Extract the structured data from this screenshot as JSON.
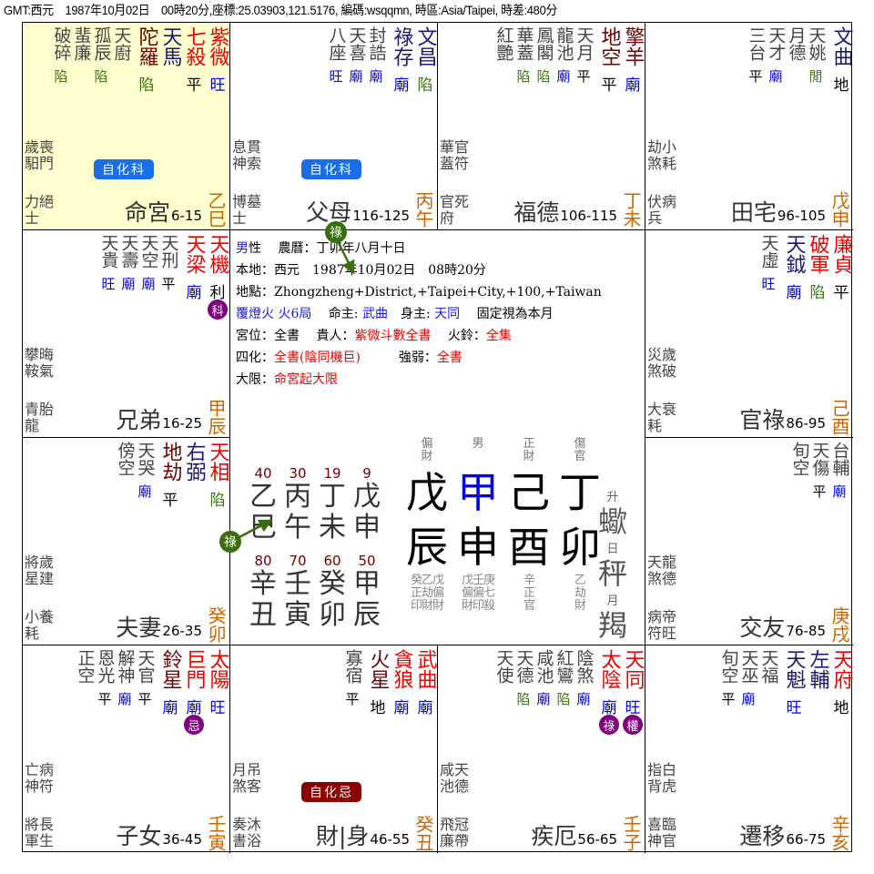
{
  "header": {
    "text": "GMT:西元　1987年10月02日　00時20分,座標:25.03903,121.5176, 編碼:wsqqmn, 時區:Asia/Taipei, 時差:480分"
  },
  "palaces": [
    {
      "id": "si",
      "name": "命宮",
      "range": "6-15",
      "gan": "乙",
      "zhi": "巳",
      "highlight": true,
      "major": [
        {
          "n": "紫微",
          "c": "red",
          "b": "旺",
          "bc": "wang"
        },
        {
          "n": "七殺",
          "c": "red",
          "b": "平",
          "bc": "ping"
        }
      ],
      "aux": [
        {
          "n": "天馬",
          "c": "navy",
          "b": "",
          "bc": ""
        },
        {
          "n": "陀羅",
          "c": "maroon",
          "b": "陷",
          "bc": "xian"
        }
      ],
      "minor": [
        {
          "n": "天廚",
          "b": ""
        },
        {
          "n": "孤辰",
          "b": "陷"
        },
        {
          "n": "蜚廉",
          "b": ""
        },
        {
          "n": "破碎",
          "b": "陷"
        }
      ],
      "god1": [
        "歲喪",
        "馹門"
      ],
      "god2": [
        "力絕",
        "士"
      ],
      "selfhua": "自化科",
      "selfhua_color": "blue"
    },
    {
      "id": "wu",
      "name": "父母",
      "range": "116-125",
      "gan": "丙",
      "zhi": "午",
      "major": [],
      "aux": [
        {
          "n": "文昌",
          "c": "navy",
          "b": "陷",
          "bc": "xian"
        },
        {
          "n": "祿存",
          "c": "navy",
          "b": "廟",
          "bc": "miao"
        }
      ],
      "minor": [
        {
          "n": "封誥",
          "b": "廟"
        },
        {
          "n": "天喜",
          "b": "廟"
        },
        {
          "n": "八座",
          "b": "旺"
        }
      ],
      "god1": [
        "息貫",
        "神索"
      ],
      "god2": [
        "博墓",
        "士"
      ],
      "selfhua": "自化科",
      "selfhua_color": "blue"
    },
    {
      "id": "wei",
      "name": "福德",
      "range": "106-115",
      "gan": "丁",
      "zhi": "未",
      "major": [],
      "aux": [
        {
          "n": "擎羊",
          "c": "maroon",
          "b": "廟",
          "bc": "miao"
        },
        {
          "n": "地空",
          "c": "maroon",
          "b": "平",
          "bc": "ping"
        }
      ],
      "minor": [
        {
          "n": "天月",
          "b": "平"
        },
        {
          "n": "龍池",
          "b": "廟"
        },
        {
          "n": "鳳閣",
          "b": "陷"
        },
        {
          "n": "華蓋",
          "b": "陷"
        },
        {
          "n": "紅艷",
          "b": ""
        }
      ],
      "god1": [
        "華官",
        "蓋符"
      ],
      "god2": [
        "官死",
        "府"
      ],
      "selfhua": ""
    },
    {
      "id": "shen",
      "name": "田宅",
      "range": "96-105",
      "gan": "戊",
      "zhi": "申",
      "major": [],
      "aux": [
        {
          "n": "文曲",
          "c": "navy",
          "b": "地",
          "bc": "di"
        }
      ],
      "minor": [
        {
          "n": "天姚",
          "b": "閒"
        },
        {
          "n": "月德",
          "b": ""
        },
        {
          "n": "天才",
          "b": "廟"
        },
        {
          "n": "三台",
          "b": "平"
        }
      ],
      "god1": [
        "劫小",
        "煞耗"
      ],
      "god2": [
        "伏病",
        "兵"
      ],
      "selfhua": ""
    },
    {
      "id": "chen",
      "name": "兄弟",
      "range": "16-25",
      "gan": "甲",
      "zhi": "辰",
      "major": [
        {
          "n": "天機",
          "c": "red",
          "b": "利",
          "bc": "li",
          "hua": "科"
        },
        {
          "n": "天梁",
          "c": "red",
          "b": "廟",
          "bc": "miao"
        }
      ],
      "aux": [],
      "minor": [
        {
          "n": "天刑",
          "b": "平"
        },
        {
          "n": "天空",
          "b": "廟"
        },
        {
          "n": "天壽",
          "b": "廟"
        },
        {
          "n": "天貴",
          "b": "旺"
        }
      ],
      "god1": [
        "攀晦",
        "鞍氣"
      ],
      "god2": [
        "青胎",
        "龍"
      ],
      "selfhua": ""
    },
    {
      "id": "you",
      "name": "官祿",
      "range": "86-95",
      "gan": "己",
      "zhi": "酉",
      "major": [
        {
          "n": "廉貞",
          "c": "red",
          "b": "平",
          "bc": "ping"
        },
        {
          "n": "破軍",
          "c": "red",
          "b": "陷",
          "bc": "xian"
        }
      ],
      "aux": [
        {
          "n": "天鉞",
          "c": "navy",
          "b": "廟",
          "bc": "miao"
        }
      ],
      "minor": [
        {
          "n": "天虛",
          "b": "旺"
        }
      ],
      "god1": [
        "災歲",
        "煞破"
      ],
      "god2": [
        "大衰",
        "耗"
      ],
      "selfhua": ""
    },
    {
      "id": "mao",
      "name": "夫妻",
      "range": "26-35",
      "gan": "癸",
      "zhi": "卯",
      "major": [
        {
          "n": "天相",
          "c": "red",
          "b": "陷",
          "bc": "xian"
        }
      ],
      "aux": [
        {
          "n": "右弼",
          "c": "navy",
          "b": "",
          "bc": ""
        },
        {
          "n": "地劫",
          "c": "maroon",
          "b": "平",
          "bc": "ping"
        }
      ],
      "minor": [
        {
          "n": "天哭",
          "b": "廟"
        },
        {
          "n": "傍空",
          "b": ""
        }
      ],
      "god1": [
        "將歲",
        "星建"
      ],
      "god2": [
        "小養",
        "耗"
      ],
      "selfhua": ""
    },
    {
      "id": "xu",
      "name": "交友",
      "range": "76-85",
      "gan": "庚",
      "zhi": "戌",
      "major": [],
      "aux": [],
      "minor": [
        {
          "n": "台輔",
          "b": "廟"
        },
        {
          "n": "天傷",
          "b": "平"
        },
        {
          "n": "旬空",
          "b": ""
        }
      ],
      "god1": [
        "天龍",
        "煞德"
      ],
      "god2": [
        "病帝",
        "符旺"
      ],
      "selfhua": ""
    },
    {
      "id": "yin",
      "name": "子女",
      "range": "36-45",
      "gan": "壬",
      "zhi": "寅",
      "major": [
        {
          "n": "太陽",
          "c": "red",
          "b": "旺",
          "bc": "wang"
        },
        {
          "n": "巨門",
          "c": "red",
          "b": "廟",
          "bc": "miao",
          "hua": "忌"
        }
      ],
      "aux": [
        {
          "n": "鈴星",
          "c": "maroon",
          "b": "廟",
          "bc": "miao"
        }
      ],
      "minor": [
        {
          "n": "天官",
          "b": "平"
        },
        {
          "n": "解神",
          "b": "廟"
        },
        {
          "n": "恩光",
          "b": "平"
        },
        {
          "n": "正空",
          "b": ""
        }
      ],
      "god1": [
        "亡病",
        "神符"
      ],
      "god2": [
        "將長",
        "軍生"
      ],
      "selfhua": ""
    },
    {
      "id": "chou",
      "name": "財|身",
      "range": "46-55",
      "gan": "癸",
      "zhi": "丑",
      "major": [
        {
          "n": "武曲",
          "c": "red",
          "b": "廟",
          "bc": "miao"
        },
        {
          "n": "貪狼",
          "c": "red",
          "b": "廟",
          "bc": "miao"
        }
      ],
      "aux": [
        {
          "n": "火星",
          "c": "maroon",
          "b": "地",
          "bc": "di"
        }
      ],
      "minor": [
        {
          "n": "寡宿",
          "b": "平"
        }
      ],
      "god1": [
        "月吊",
        "煞客"
      ],
      "god2": [
        "奏沐",
        "書浴"
      ],
      "selfhua": "自化忌",
      "selfhua_color": "red"
    },
    {
      "id": "zi",
      "name": "疾厄",
      "range": "56-65",
      "gan": "壬",
      "zhi": "子",
      "major": [
        {
          "n": "天同",
          "c": "red",
          "b": "旺",
          "bc": "wang",
          "hua": "權"
        },
        {
          "n": "太陰",
          "c": "red",
          "b": "廟",
          "bc": "miao",
          "hua": "祿"
        }
      ],
      "aux": [],
      "minor": [
        {
          "n": "陰煞",
          "b": "廟"
        },
        {
          "n": "紅鸞",
          "b": "陷"
        },
        {
          "n": "咸池",
          "b": "廟"
        },
        {
          "n": "天德",
          "b": "陷"
        },
        {
          "n": "天使",
          "b": ""
        }
      ],
      "god1": [
        "咸天",
        "池德"
      ],
      "god2": [
        "飛冠",
        "廉帶"
      ],
      "selfhua": ""
    },
    {
      "id": "hai",
      "name": "遷移",
      "range": "66-75",
      "gan": "辛",
      "zhi": "亥",
      "major": [
        {
          "n": "天府",
          "c": "red",
          "b": "地",
          "bc": "di"
        }
      ],
      "aux": [
        {
          "n": "左輔",
          "c": "navy",
          "b": "",
          "bc": ""
        },
        {
          "n": "天魁",
          "c": "navy",
          "b": "旺",
          "bc": "wang"
        }
      ],
      "minor": [
        {
          "n": "天福",
          "b": ""
        },
        {
          "n": "天巫",
          "b": "廟"
        },
        {
          "n": "旬空",
          "b": "平"
        }
      ],
      "god1": [
        "指白",
        "背虎"
      ],
      "god2": [
        "喜臨",
        "神官"
      ],
      "selfhua": ""
    }
  ],
  "center": {
    "line1": {
      "gender_a": "男",
      "gender_b": "性",
      "lunar_label": "農曆：",
      "lunar": "丁卯年八月十日"
    },
    "line2": "本地：西元　1987年10月02日　08時20分",
    "line3": "地點：Zhongzheng+District,+Taipei+City,+100,+Taiwan",
    "line4": {
      "ju": "覆燈火 火6局",
      "ming_label": "命主:",
      "ming": "武曲",
      "shen_label": "身主:",
      "shen": "天同",
      "note": "固定視為本月"
    },
    "line5": {
      "a": "宮位：全書",
      "b_label": "貴人：",
      "b": "紫微斗數全書",
      "c_label": "火鈴：",
      "c": "全集"
    },
    "line6": {
      "label": "四化：",
      "val": "全書(陰同機巨)",
      "q_label": "強弱：",
      "q": "全書"
    },
    "line7": {
      "label": "大限：",
      "val": "命宮起大限"
    }
  },
  "dayun": [
    {
      "age": "40",
      "gan": "乙",
      "zhi": "巳"
    },
    {
      "age": "30",
      "gan": "丙",
      "zhi": "午"
    },
    {
      "age": "19",
      "gan": "丁",
      "zhi": "未"
    },
    {
      "age": "9",
      "gan": "戊",
      "zhi": "申"
    },
    {
      "age": "80",
      "gan": "辛",
      "zhi": "丑"
    },
    {
      "age": "70",
      "gan": "壬",
      "zhi": "寅"
    },
    {
      "age": "60",
      "gan": "癸",
      "zhi": "卯"
    },
    {
      "age": "50",
      "gan": "甲",
      "zhi": "辰"
    }
  ],
  "bazi": [
    {
      "god": "偏\n財",
      "gan": "戊",
      "zhi": "辰",
      "hidden": "癸乙戊\n正劫偏\n印財財"
    },
    {
      "god": "男",
      "gan": "甲",
      "zhi": "申",
      "hidden": "戊壬庚\n偏偏七\n財印殺",
      "day": true
    },
    {
      "god": "正\n財",
      "gan": "己",
      "zhi": "酉",
      "hidden": "辛\n正\n官"
    },
    {
      "god": "傷\n官",
      "gan": "丁",
      "zhi": "卯",
      "hidden": "乙\n劫\n財"
    }
  ],
  "zodiac": [
    {
      "label": "升",
      "sign": "蠍"
    },
    {
      "label": "日",
      "sign": "秤"
    },
    {
      "label": "月",
      "sign": "羯"
    }
  ],
  "lu_badge": "祿",
  "colors": {
    "red": "#ee0000",
    "navy": "#1a1a70",
    "maroon": "#700000",
    "ganzhi": "#cc6600",
    "highlight": "#ffffd0",
    "hua": "#800080",
    "lu_green": "#3a6e10"
  }
}
